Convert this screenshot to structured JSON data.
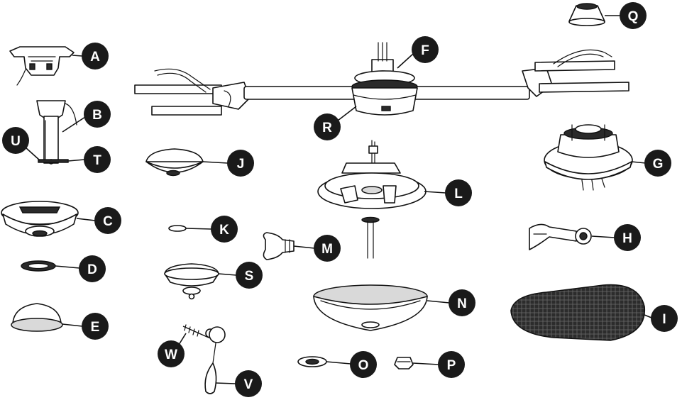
{
  "diagram": {
    "parts": [
      {
        "id": "A",
        "label": "A"
      },
      {
        "id": "B",
        "label": "B"
      },
      {
        "id": "C",
        "label": "C"
      },
      {
        "id": "D",
        "label": "D"
      },
      {
        "id": "E",
        "label": "E"
      },
      {
        "id": "F",
        "label": "F"
      },
      {
        "id": "G",
        "label": "G"
      },
      {
        "id": "H",
        "label": "H"
      },
      {
        "id": "I",
        "label": "I"
      },
      {
        "id": "J",
        "label": "J"
      },
      {
        "id": "K",
        "label": "K"
      },
      {
        "id": "L",
        "label": "L"
      },
      {
        "id": "M",
        "label": "M"
      },
      {
        "id": "N",
        "label": "N"
      },
      {
        "id": "O",
        "label": "O"
      },
      {
        "id": "P",
        "label": "P"
      },
      {
        "id": "Q",
        "label": "Q"
      },
      {
        "id": "R",
        "label": "R"
      },
      {
        "id": "S",
        "label": "S"
      },
      {
        "id": "T",
        "label": "T"
      },
      {
        "id": "U",
        "label": "U"
      },
      {
        "id": "V",
        "label": "V"
      },
      {
        "id": "W",
        "label": "W"
      }
    ],
    "colors": {
      "badge": "#1a1a1a",
      "line": "#111111",
      "background": "#ffffff"
    }
  }
}
